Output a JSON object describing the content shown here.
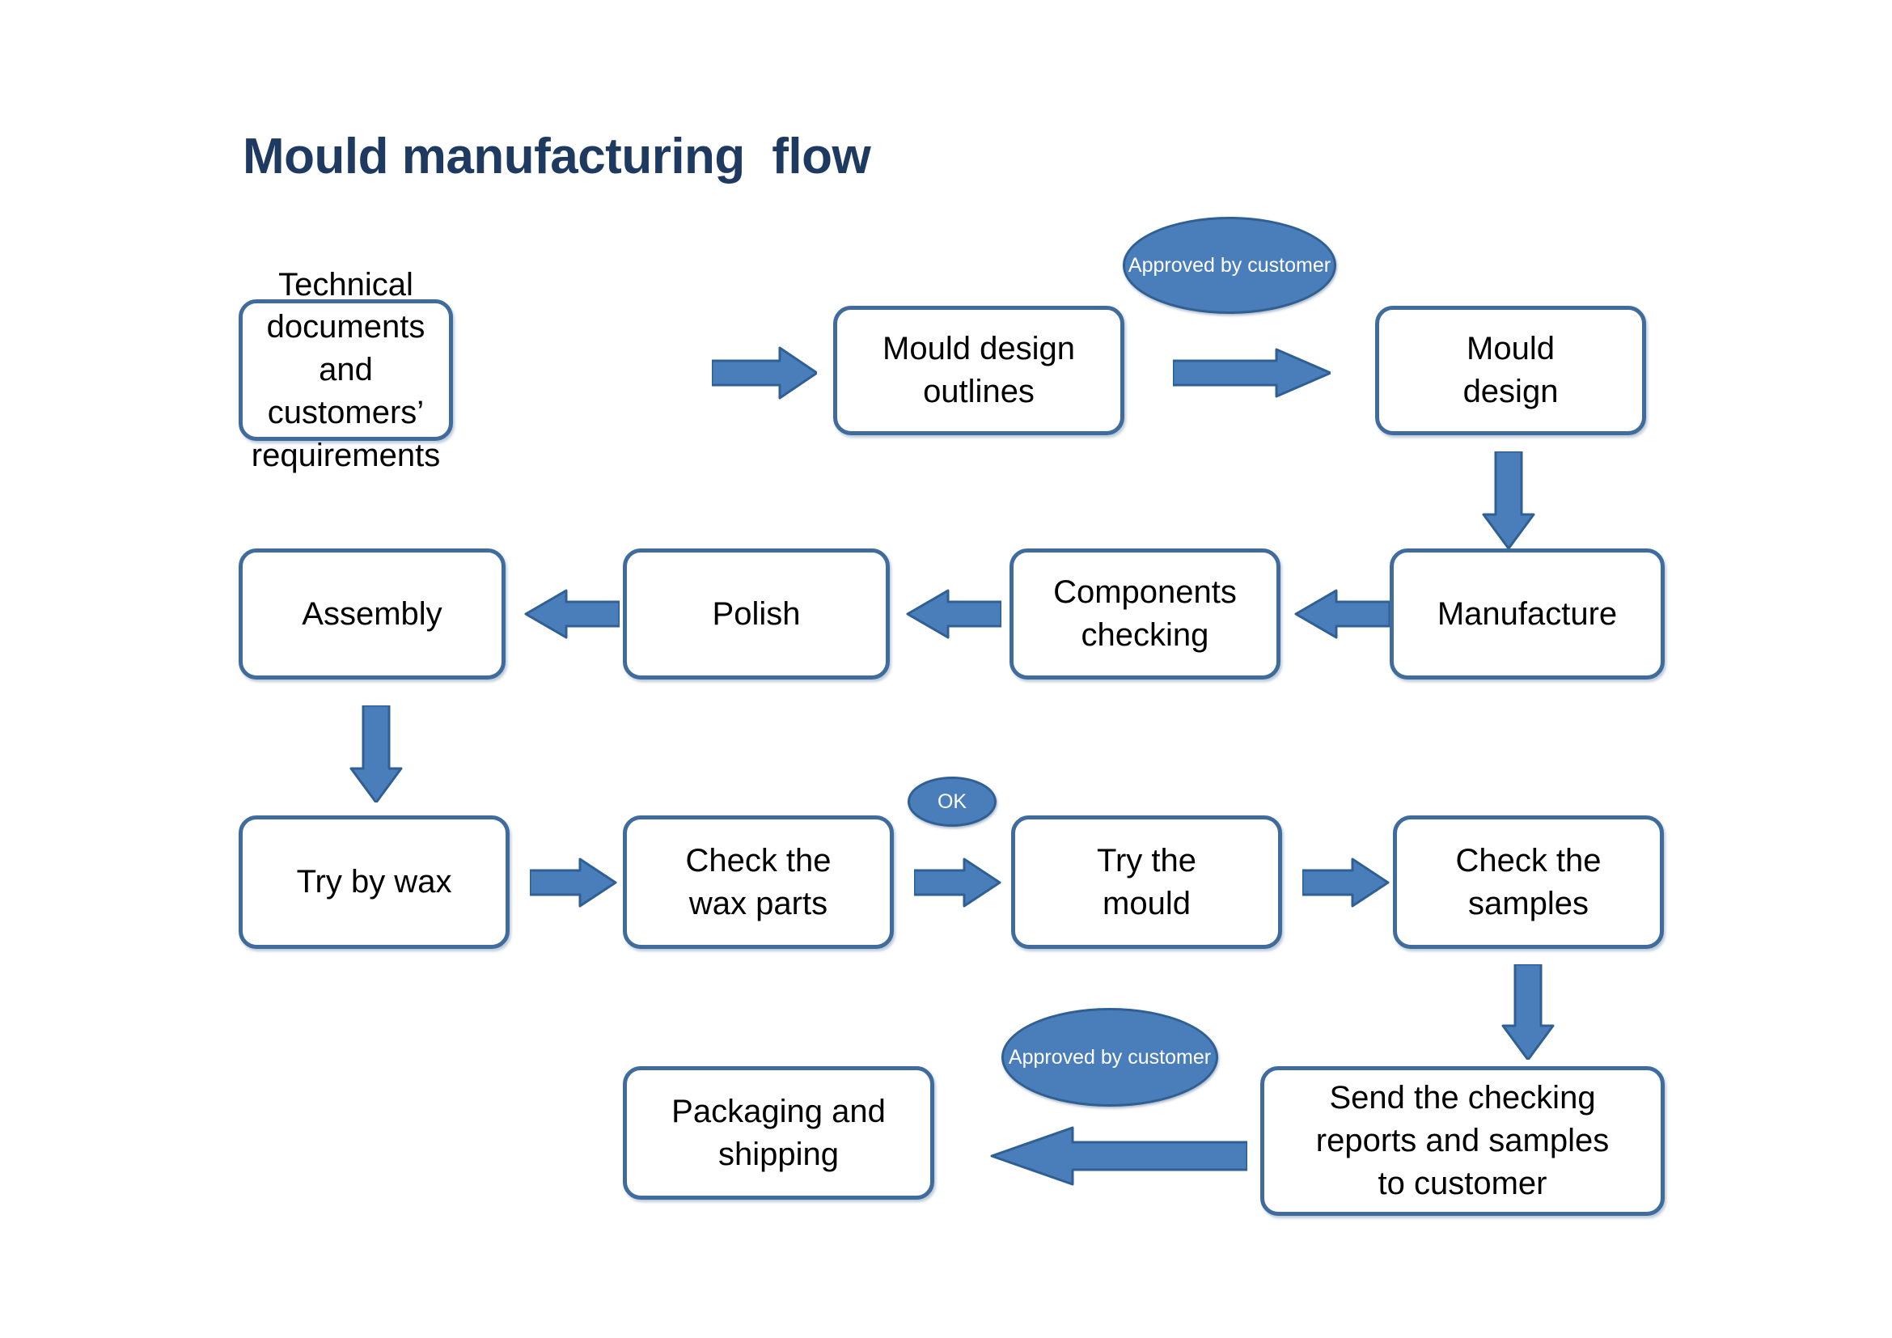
{
  "page": {
    "title": "Mould manufacturing  flow",
    "background_color": "#ffffff",
    "title_color": "#1f3a60",
    "box_border_color": "#3f6c9c",
    "box_fill_color": "#ffffff",
    "accent_color": "#4a7ebb",
    "arrow_fill_color": "#4a7ebb",
    "arrow_outline_color": "#2f5f93",
    "text_color": "#000000"
  },
  "nodes": {
    "technical_documents": "Technical documents and customers’ requirements",
    "mould_design_outlines": "Mould design outlines",
    "mould_design": "Mould design",
    "manufacture": "Manufacture",
    "components_checking": "Components checking",
    "polish": "Polish",
    "assembly": "Assembly",
    "try_by_wax": "Try by wax",
    "check_wax_parts": "Check the wax parts",
    "try_the_mould": "Try the mould",
    "check_samples": "Check the samples",
    "send_reports": "Send the checking reports and samples to customer",
    "packaging_shipping": "Packaging and shipping"
  },
  "node_lines": {
    "technical_documents": [
      "Technical documents",
      "and customers’",
      "requirements"
    ],
    "mould_design_outlines": [
      "Mould design",
      "outlines"
    ],
    "mould_design": [
      "Mould",
      "design"
    ],
    "manufacture": [
      "Manufacture"
    ],
    "components_checking": [
      "Components",
      "checking"
    ],
    "polish": [
      "Polish"
    ],
    "assembly": [
      "Assembly"
    ],
    "try_by_wax": [
      "Try by wax"
    ],
    "check_wax_parts": [
      "Check the",
      "wax parts"
    ],
    "try_the_mould": [
      "Try the",
      "mould"
    ],
    "check_samples": [
      "Check the",
      "samples"
    ],
    "send_reports": [
      "Send the checking",
      "reports and samples",
      "to customer"
    ],
    "packaging_shipping": [
      "Packaging and",
      "shipping"
    ]
  },
  "callouts": {
    "approved_top": [
      "Approved",
      "by",
      "customer"
    ],
    "ok": [
      "OK"
    ],
    "approved_bottom": [
      "Approved",
      "by",
      "customer"
    ]
  },
  "chart_data": {
    "type": "diagram",
    "title": "Mould manufacturing  flow",
    "nodes": [
      "Technical documents and customers’ requirements",
      "Mould design outlines",
      "Mould design",
      "Manufacture",
      "Components checking",
      "Polish",
      "Assembly",
      "Try by wax",
      "Check the wax parts",
      "Try the mould",
      "Check the samples",
      "Send the checking reports and samples to customer",
      "Packaging and shipping"
    ],
    "edges": [
      {
        "from": "Technical documents and customers’ requirements",
        "to": "Mould design outlines",
        "direction": "right",
        "label": ""
      },
      {
        "from": "Mould design outlines",
        "to": "Mould design",
        "direction": "right",
        "label": "Approved by customer"
      },
      {
        "from": "Mould design",
        "to": "Manufacture",
        "direction": "down",
        "label": ""
      },
      {
        "from": "Manufacture",
        "to": "Components checking",
        "direction": "left",
        "label": ""
      },
      {
        "from": "Components checking",
        "to": "Polish",
        "direction": "left",
        "label": ""
      },
      {
        "from": "Polish",
        "to": "Assembly",
        "direction": "left",
        "label": ""
      },
      {
        "from": "Assembly",
        "to": "Try by wax",
        "direction": "down",
        "label": ""
      },
      {
        "from": "Try by wax",
        "to": "Check the wax parts",
        "direction": "right",
        "label": ""
      },
      {
        "from": "Check the wax parts",
        "to": "Try the mould",
        "direction": "right",
        "label": "OK"
      },
      {
        "from": "Try the mould",
        "to": "Check the samples",
        "direction": "right",
        "label": ""
      },
      {
        "from": "Check the samples",
        "to": "Send the checking reports and samples to customer",
        "direction": "down",
        "label": ""
      },
      {
        "from": "Send the checking reports and samples to customer",
        "to": "Packaging and shipping",
        "direction": "left",
        "label": "Approved by customer"
      }
    ]
  }
}
